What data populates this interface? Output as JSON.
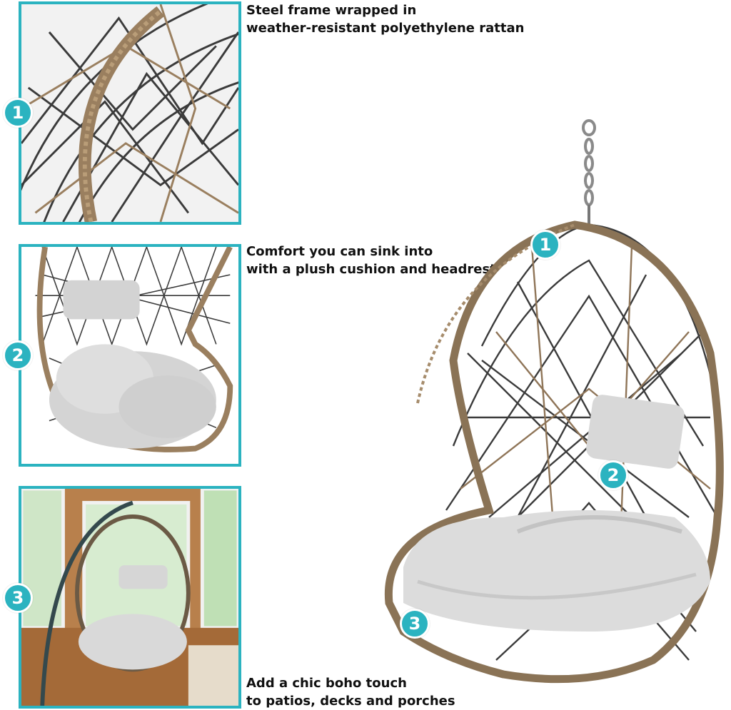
{
  "features": [
    {
      "number": "1",
      "line1": "Steel frame wrapped in",
      "line2": "weather-resistant polyethylene rattan",
      "image_icon": "rattan-frame-closeup"
    },
    {
      "number": "2",
      "line1": "Comfort you can sink into",
      "line2": "with a plush cushion and headrest",
      "image_icon": "chair-cushion-closeup"
    },
    {
      "number": "3",
      "line1": "Add a chic boho touch",
      "line2": "to patios, decks and porches",
      "image_icon": "chair-in-sunroom"
    }
  ],
  "hero_badges": [
    "1",
    "2",
    "3"
  ],
  "colors": {
    "accent": "#2bb3c0",
    "rattan": "#9a7f5f",
    "wire": "#3b3b3b",
    "cushion": "#d9d9d9"
  }
}
